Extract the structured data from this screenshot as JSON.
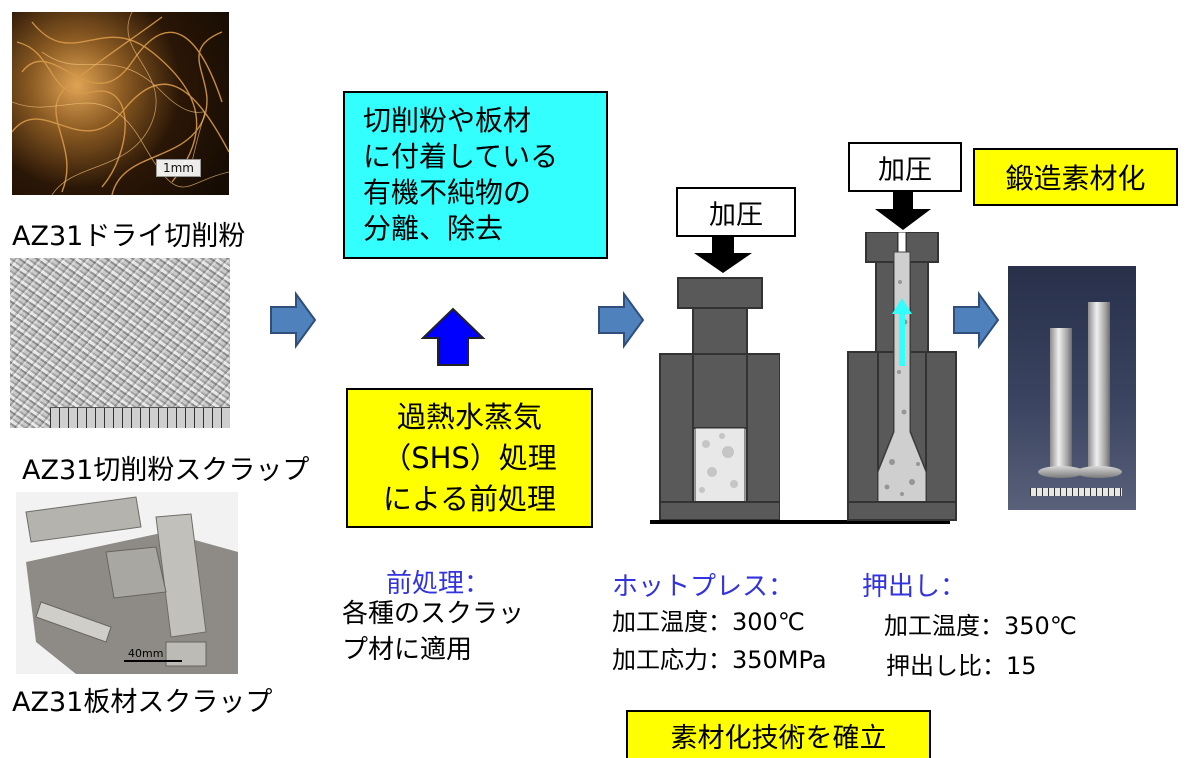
{
  "photos": {
    "chips_dry": {
      "caption": "AZ31ドライ切削粉",
      "scale": "1mm"
    },
    "chips_scrap": {
      "caption": "AZ31切削粉スクラップ"
    },
    "sheet_scrap": {
      "caption": "AZ31板材スクラップ",
      "scale": "40mm"
    }
  },
  "boxes": {
    "separation": "切削粉や板材\nに付着している\n有機不純物の\n分離、除去",
    "shs": "過熱水蒸気\n（SHS）処理\nによる前処理",
    "forging": "鍛造素材化",
    "establish": "素材化技術を確立"
  },
  "press": {
    "hotpress_label": "加圧",
    "extrusion_label": "加圧"
  },
  "pretreatment": {
    "title": "前処理：",
    "desc": "各種のスクラッ\nプ材に適用"
  },
  "hotpress": {
    "title": "ホットプレス：",
    "spec1": "加工温度：300℃",
    "spec2": "加工応力：350MPa"
  },
  "extrusion": {
    "title": "押出し：",
    "spec1": "加工温度：350℃",
    "spec2": "押出し比：15"
  },
  "colors": {
    "cyan_box": "#33ffff",
    "yellow_box": "#ffff00",
    "arrow_blue": "#4f81bd",
    "up_arrow": "#0000ff",
    "die_gray": "#595959",
    "label_blue": "#3333dd"
  }
}
